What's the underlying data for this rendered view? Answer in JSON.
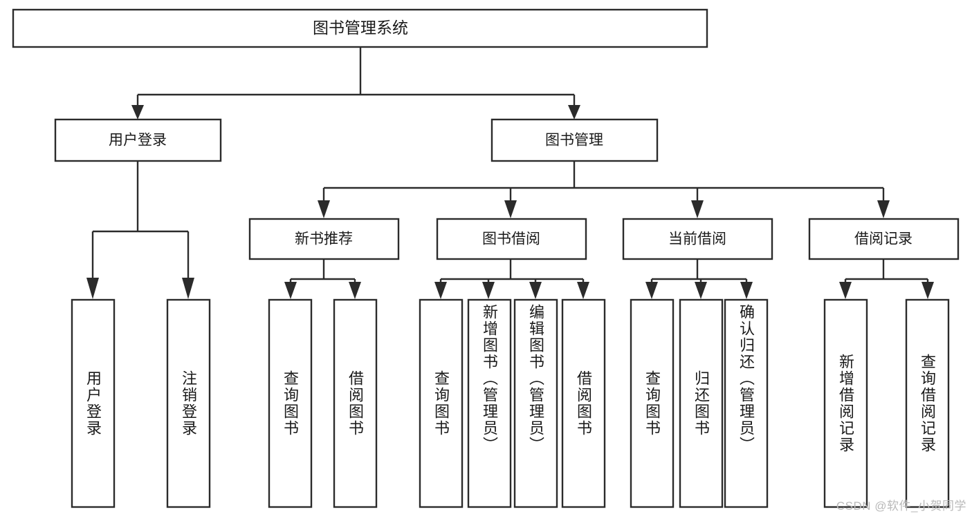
{
  "diagram": {
    "title": "图书管理系统",
    "type": "tree-hierarchy",
    "watermark": "CSDN @软件_小贺同学",
    "colors": {
      "stroke": "#2b2b2b",
      "fill": "#ffffff",
      "text": "#1a1a1a",
      "watermark": "#b9b9b9",
      "background": "#ffffff"
    },
    "root": {
      "label": "图书管理系统"
    },
    "level2": [
      {
        "label": "用户登录"
      },
      {
        "label": "图书管理"
      }
    ],
    "level3": [
      {
        "label": "新书推荐"
      },
      {
        "label": "图书借阅"
      },
      {
        "label": "当前借阅"
      },
      {
        "label": "借阅记录"
      }
    ],
    "leaves": {
      "user_login": [
        {
          "label": "用户登录"
        },
        {
          "label": "注销登录"
        }
      ],
      "new_book_recommend": [
        {
          "label": "查询图书"
        },
        {
          "label": "借阅图书"
        }
      ],
      "book_borrow": [
        {
          "label": "查询图书"
        },
        {
          "label": "新增图书（管理员）"
        },
        {
          "label": "编辑图书（管理员）"
        },
        {
          "label": "借阅图书"
        }
      ],
      "current_borrow": [
        {
          "label": "查询图书"
        },
        {
          "label": "归还图书"
        },
        {
          "label": "确认归还（管理员）"
        }
      ],
      "borrow_record": [
        {
          "label": "新增借阅记录"
        },
        {
          "label": "查询借阅记录"
        }
      ]
    }
  }
}
